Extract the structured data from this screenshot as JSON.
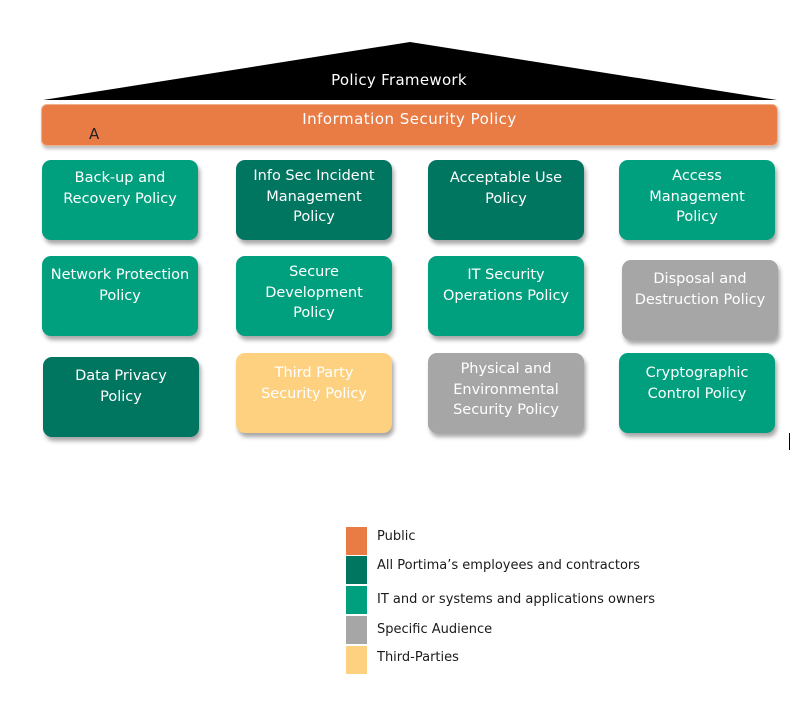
{
  "framework": {
    "title": "Policy Framework",
    "banner_title": "Information  Security  Policy",
    "banner_mark": "A"
  },
  "policies": [
    {
      "label": "Back-up and\nRecovery Policy",
      "audience": "it-owners"
    },
    {
      "label": "Info Sec Incident\nManagement\nPolicy",
      "audience": "all-employees"
    },
    {
      "label": "Acceptable Use\nPolicy",
      "audience": "all-employees"
    },
    {
      "label": "Access\nManagement\nPolicy",
      "audience": "it-owners"
    },
    {
      "label": "Network Protection\nPolicy",
      "audience": "it-owners"
    },
    {
      "label": "Secure\nDevelopment\nPolicy",
      "audience": "it-owners"
    },
    {
      "label": "IT Security\nOperations  Policy",
      "audience": "it-owners"
    },
    {
      "label": "Disposal and\nDestruction Policy",
      "audience": "specific-audience"
    },
    {
      "label": "Data Privacy\nPolicy",
      "audience": "all-employees"
    },
    {
      "label": "Third Party\nSecurity Policy",
      "audience": "third-parties"
    },
    {
      "label": "Physical and\nEnvironmental\nSecurity  Policy",
      "audience": "specific-audience"
    },
    {
      "label": "Cryptographic\nControl Policy",
      "audience": "it-owners"
    }
  ],
  "legend": [
    {
      "label": "Public",
      "color": "#e97b45"
    },
    {
      "label": "All Portima’s employees and contractors",
      "color": "#007560"
    },
    {
      "label": "IT and or systems and applications owners",
      "color": "#00a07e"
    },
    {
      "label": "Specific Audience",
      "color": "#a6a6a6"
    },
    {
      "label": "Third-Parties",
      "color": "#fdd17f"
    }
  ],
  "colors": {
    "roof": "#000000",
    "public": "#e97b45",
    "all_employees": "#007560",
    "it_owners": "#00a07e",
    "specific_audience": "#a6a6a6",
    "third_parties": "#fdd17f"
  }
}
